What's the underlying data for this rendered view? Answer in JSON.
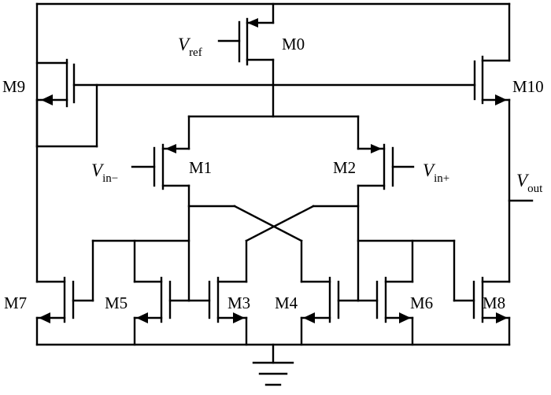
{
  "transistors": {
    "m0": "M0",
    "m1": "M1",
    "m2": "M2",
    "m3": "M3",
    "m4": "M4",
    "m5": "M5",
    "m6": "M6",
    "m7": "M7",
    "m8": "M8",
    "m9": "M9",
    "m10": "M10"
  },
  "signals": {
    "vref": {
      "symbol": "V",
      "sub": "ref"
    },
    "vin_minus": {
      "symbol": "V",
      "sub": "in−"
    },
    "vin_plus": {
      "symbol": "V",
      "sub": "in+"
    },
    "vout": {
      "symbol": "V",
      "sub": "out"
    }
  }
}
